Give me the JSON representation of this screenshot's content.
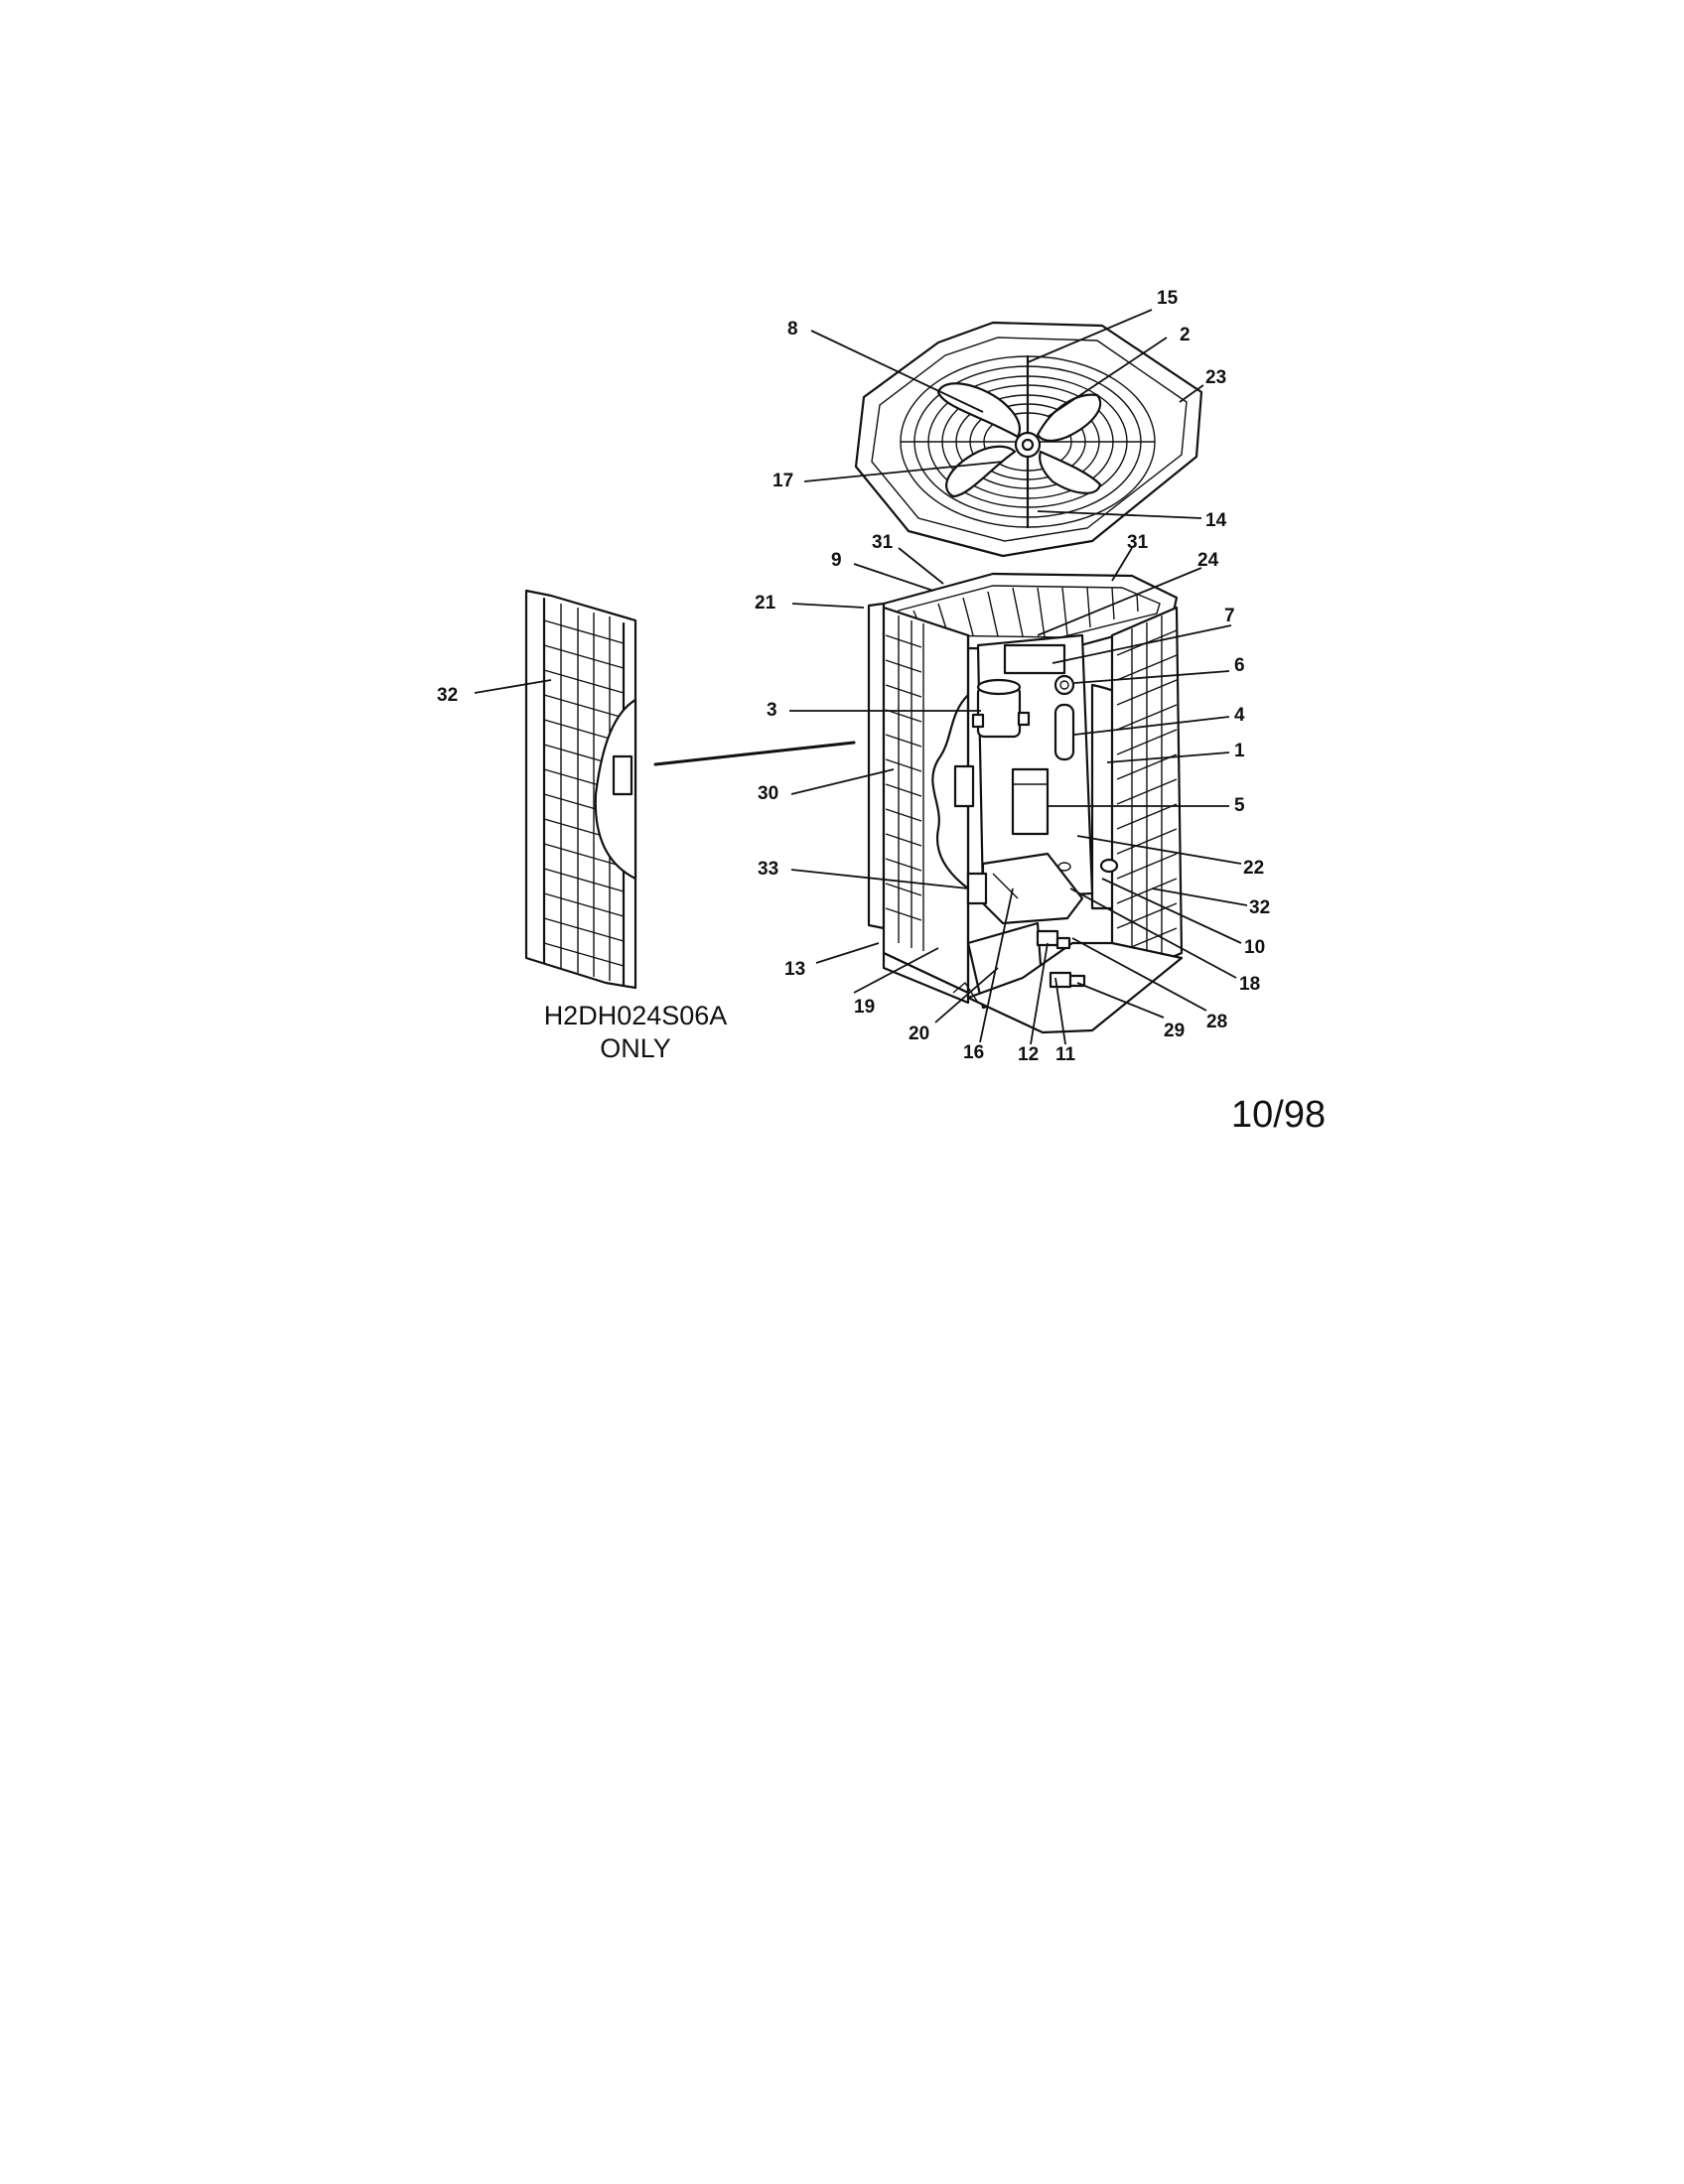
{
  "note": {
    "line1": "H2DH024S06A",
    "line2": "ONLY"
  },
  "date_code": "10/98",
  "callouts": [
    {
      "id": "c15",
      "label": "15"
    },
    {
      "id": "c8",
      "label": "8"
    },
    {
      "id": "c2",
      "label": "2"
    },
    {
      "id": "c23",
      "label": "23"
    },
    {
      "id": "c17",
      "label": "17"
    },
    {
      "id": "c14",
      "label": "14"
    },
    {
      "id": "c31a",
      "label": "31"
    },
    {
      "id": "c31b",
      "label": "31"
    },
    {
      "id": "c9",
      "label": "9"
    },
    {
      "id": "c24",
      "label": "24"
    },
    {
      "id": "c21",
      "label": "21"
    },
    {
      "id": "c7",
      "label": "7"
    },
    {
      "id": "c6",
      "label": "6"
    },
    {
      "id": "c32a",
      "label": "32"
    },
    {
      "id": "c3",
      "label": "3"
    },
    {
      "id": "c4",
      "label": "4"
    },
    {
      "id": "c1",
      "label": "1"
    },
    {
      "id": "c30",
      "label": "30"
    },
    {
      "id": "c5",
      "label": "5"
    },
    {
      "id": "c22",
      "label": "22"
    },
    {
      "id": "c33",
      "label": "33"
    },
    {
      "id": "c32b",
      "label": "32"
    },
    {
      "id": "c10",
      "label": "10"
    },
    {
      "id": "c13",
      "label": "13"
    },
    {
      "id": "c18",
      "label": "18"
    },
    {
      "id": "c19",
      "label": "19"
    },
    {
      "id": "c28",
      "label": "28"
    },
    {
      "id": "c20",
      "label": "20"
    },
    {
      "id": "c29",
      "label": "29"
    },
    {
      "id": "c16",
      "label": "16"
    },
    {
      "id": "c12",
      "label": "12"
    },
    {
      "id": "c11",
      "label": "11"
    }
  ]
}
